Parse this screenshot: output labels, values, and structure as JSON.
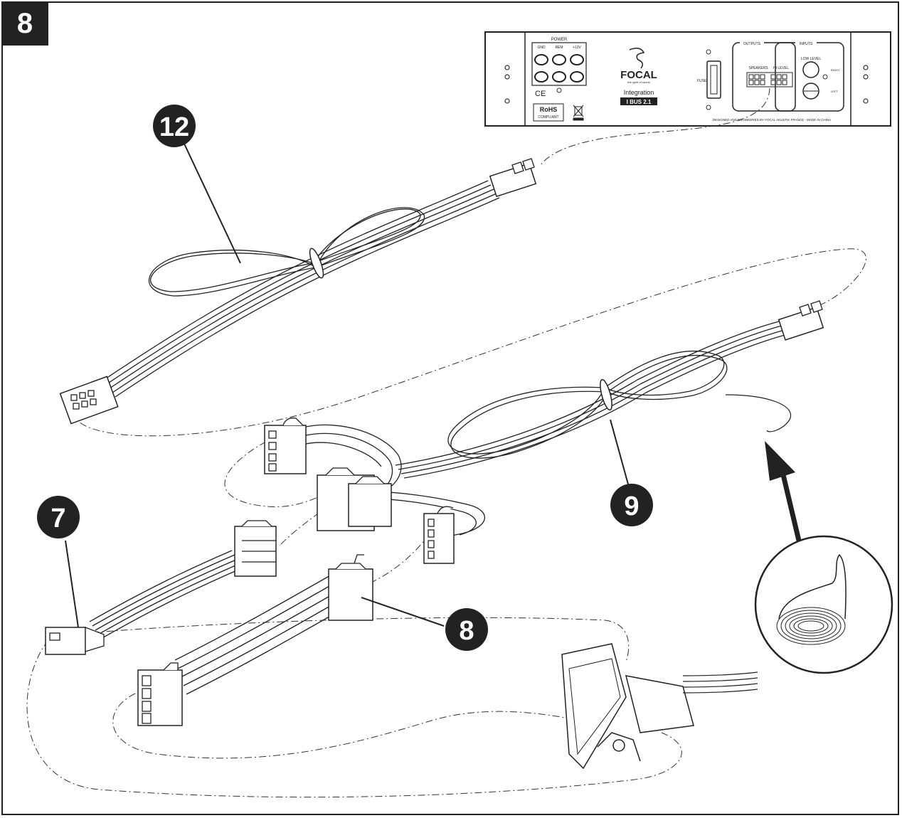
{
  "step": "8",
  "callouts": [
    {
      "id": "12",
      "label": "12"
    },
    {
      "id": "9",
      "label": "9"
    },
    {
      "id": "7",
      "label": "7"
    },
    {
      "id": "8",
      "label": "8"
    }
  ],
  "amplifier_panel": {
    "power_label": "POWER",
    "power_terminals": [
      "GND",
      "REM",
      "+12V"
    ],
    "ce_mark": "CE",
    "rohs_title": "RoHS",
    "rohs_sub": "COMPLIANT",
    "brand": "FOCAL",
    "tagline": "the spirit of sound",
    "series": "Integration",
    "model": "I BUS 2.1",
    "fuse_label": "FUSE",
    "outputs_label": "OUTPUTS",
    "inputs_label": "INPUTS",
    "speakers_label": "SPEAKERS",
    "hi_level_label": "HI LEVEL",
    "low_level_label": "LOW LEVEL",
    "right_label": "RIGHT",
    "left_label": "LEFT",
    "footer": "DESIGNED AND ENGINEERED BY FOCAL AKUSTIK FRANCE - MADE IN CHINA"
  },
  "icons": [
    "connector-plug-icon",
    "velcro-tape-roll-icon",
    "arrow-up-icon",
    "weee-bin-icon"
  ]
}
